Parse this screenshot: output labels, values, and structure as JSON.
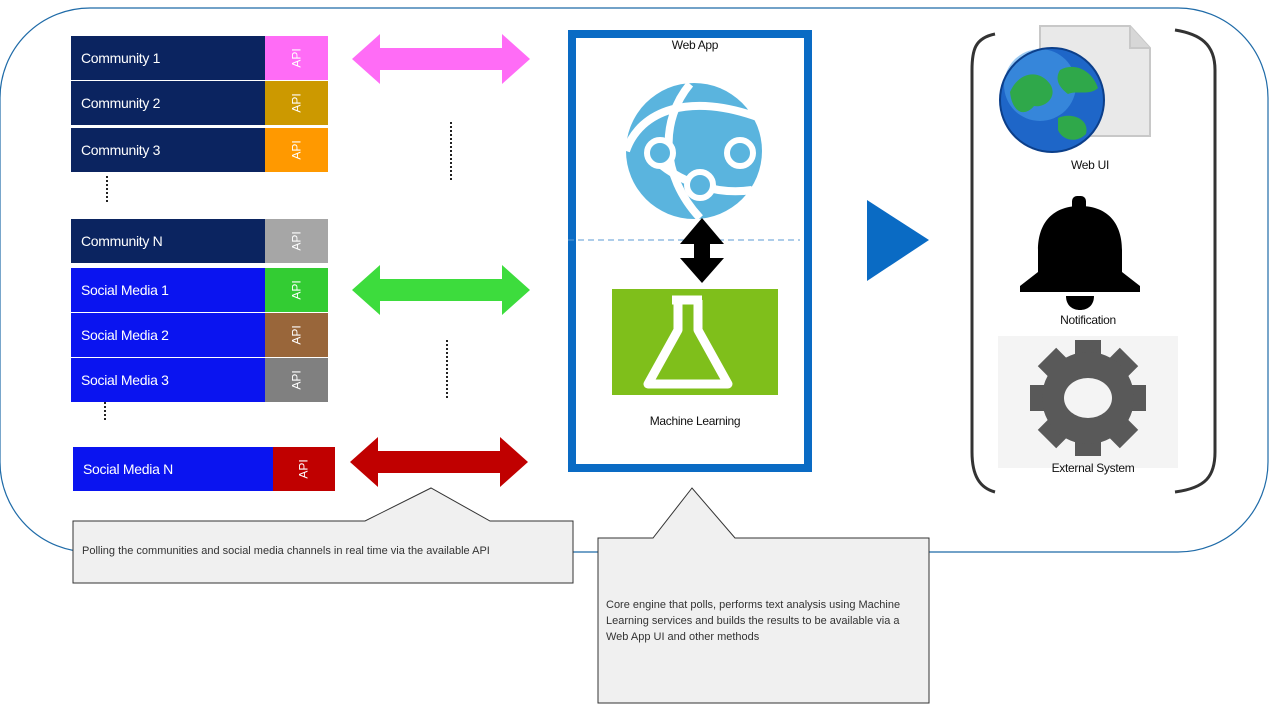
{
  "colors": {
    "community_bg": "#0b2460",
    "social_bg": "#0a14f0",
    "frame_blue": "#0a6bc4",
    "arrow_pink": "#ff6cf6",
    "arrow_green": "#3ddc3d",
    "arrow_red": "#c00000",
    "ml_green": "#7fbf1b",
    "web_app_icon": "#5ab4de",
    "outline_blue": "#1f6ba8"
  },
  "sources": [
    {
      "label": "Community 1",
      "api": "API",
      "api_color": "#ff6cf6",
      "kind": "community"
    },
    {
      "label": "Community 2",
      "api": "API",
      "api_color": "#cc9900",
      "kind": "community"
    },
    {
      "label": "Community 3",
      "api": "API",
      "api_color": "#ff9900",
      "kind": "community"
    },
    {
      "label": "Community N",
      "api": "API",
      "api_color": "#a6a6a6",
      "kind": "community"
    },
    {
      "label": "Social Media 1",
      "api": "API",
      "api_color": "#33cc33",
      "kind": "social"
    },
    {
      "label": "Social Media 2",
      "api": "API",
      "api_color": "#99663a",
      "kind": "social"
    },
    {
      "label": "Social Media 3",
      "api": "API",
      "api_color": "#808080",
      "kind": "social"
    },
    {
      "label": "Social Media N",
      "api": "API",
      "api_color": "#c00000",
      "kind": "social"
    }
  ],
  "web_app": {
    "title": "Web App",
    "ml_label": "Machine Learning",
    "icons": [
      "web-app-globe-icon",
      "vertical-double-arrow-icon",
      "flask-icon"
    ]
  },
  "outputs": [
    {
      "label": "Web UI",
      "icon": "globe-document-icon"
    },
    {
      "label": "Notification",
      "icon": "bell-icon"
    },
    {
      "label": "External System",
      "icon": "gear-icon"
    }
  ],
  "callouts": {
    "polling": "Polling the communities and social  media channels in real time via the  available API",
    "core_engine": "Core engine that  polls, performs text analysis using Machine Learning services and builds the results to be available via a Web App UI and other methods"
  }
}
